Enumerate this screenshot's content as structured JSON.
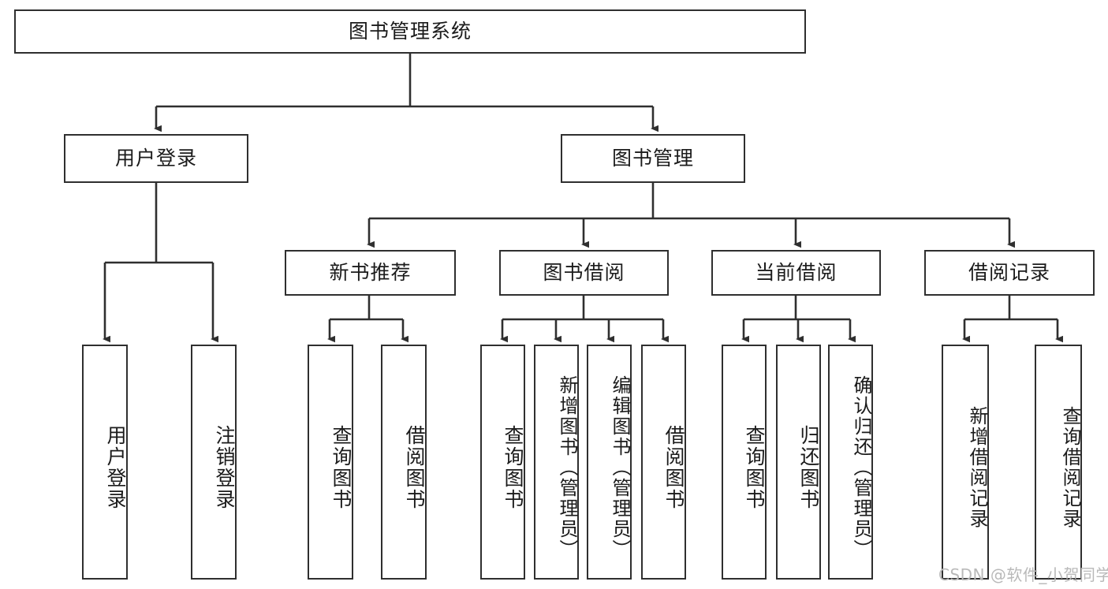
{
  "diagram": {
    "title": "图书管理系统",
    "background_color": "#ffffff",
    "border_color": "#2f2f2f",
    "text_color": "#1b1b1b",
    "type": "tree-hierarchy-chart"
  },
  "root": {
    "label": "图书管理系统"
  },
  "level1": [
    {
      "label": "用户登录"
    },
    {
      "label": "图书管理"
    }
  ],
  "level2": [
    {
      "label": "新书推荐"
    },
    {
      "label": "图书借阅"
    },
    {
      "label": "当前借阅"
    },
    {
      "label": "借阅记录"
    }
  ],
  "leaves": {
    "user_login": [
      {
        "label": "用户登录"
      },
      {
        "label": "注销登录"
      }
    ],
    "new_book_recommend": [
      {
        "label": "查询图书"
      },
      {
        "label": "借阅图书"
      }
    ],
    "book_borrow": [
      {
        "label": "查询图书"
      },
      {
        "label": "新增图书（管理员）"
      },
      {
        "label": "编辑图书（管理员）"
      },
      {
        "label": "借阅图书"
      }
    ],
    "current_borrow": [
      {
        "label": "查询图书"
      },
      {
        "label": "归还图书"
      },
      {
        "label": "确认归还（管理员）"
      }
    ],
    "borrow_record": [
      {
        "label": "新增借阅记录"
      },
      {
        "label": "查询借阅记录"
      }
    ]
  },
  "watermark": {
    "text": "CSDN @软件_小贺同学"
  }
}
